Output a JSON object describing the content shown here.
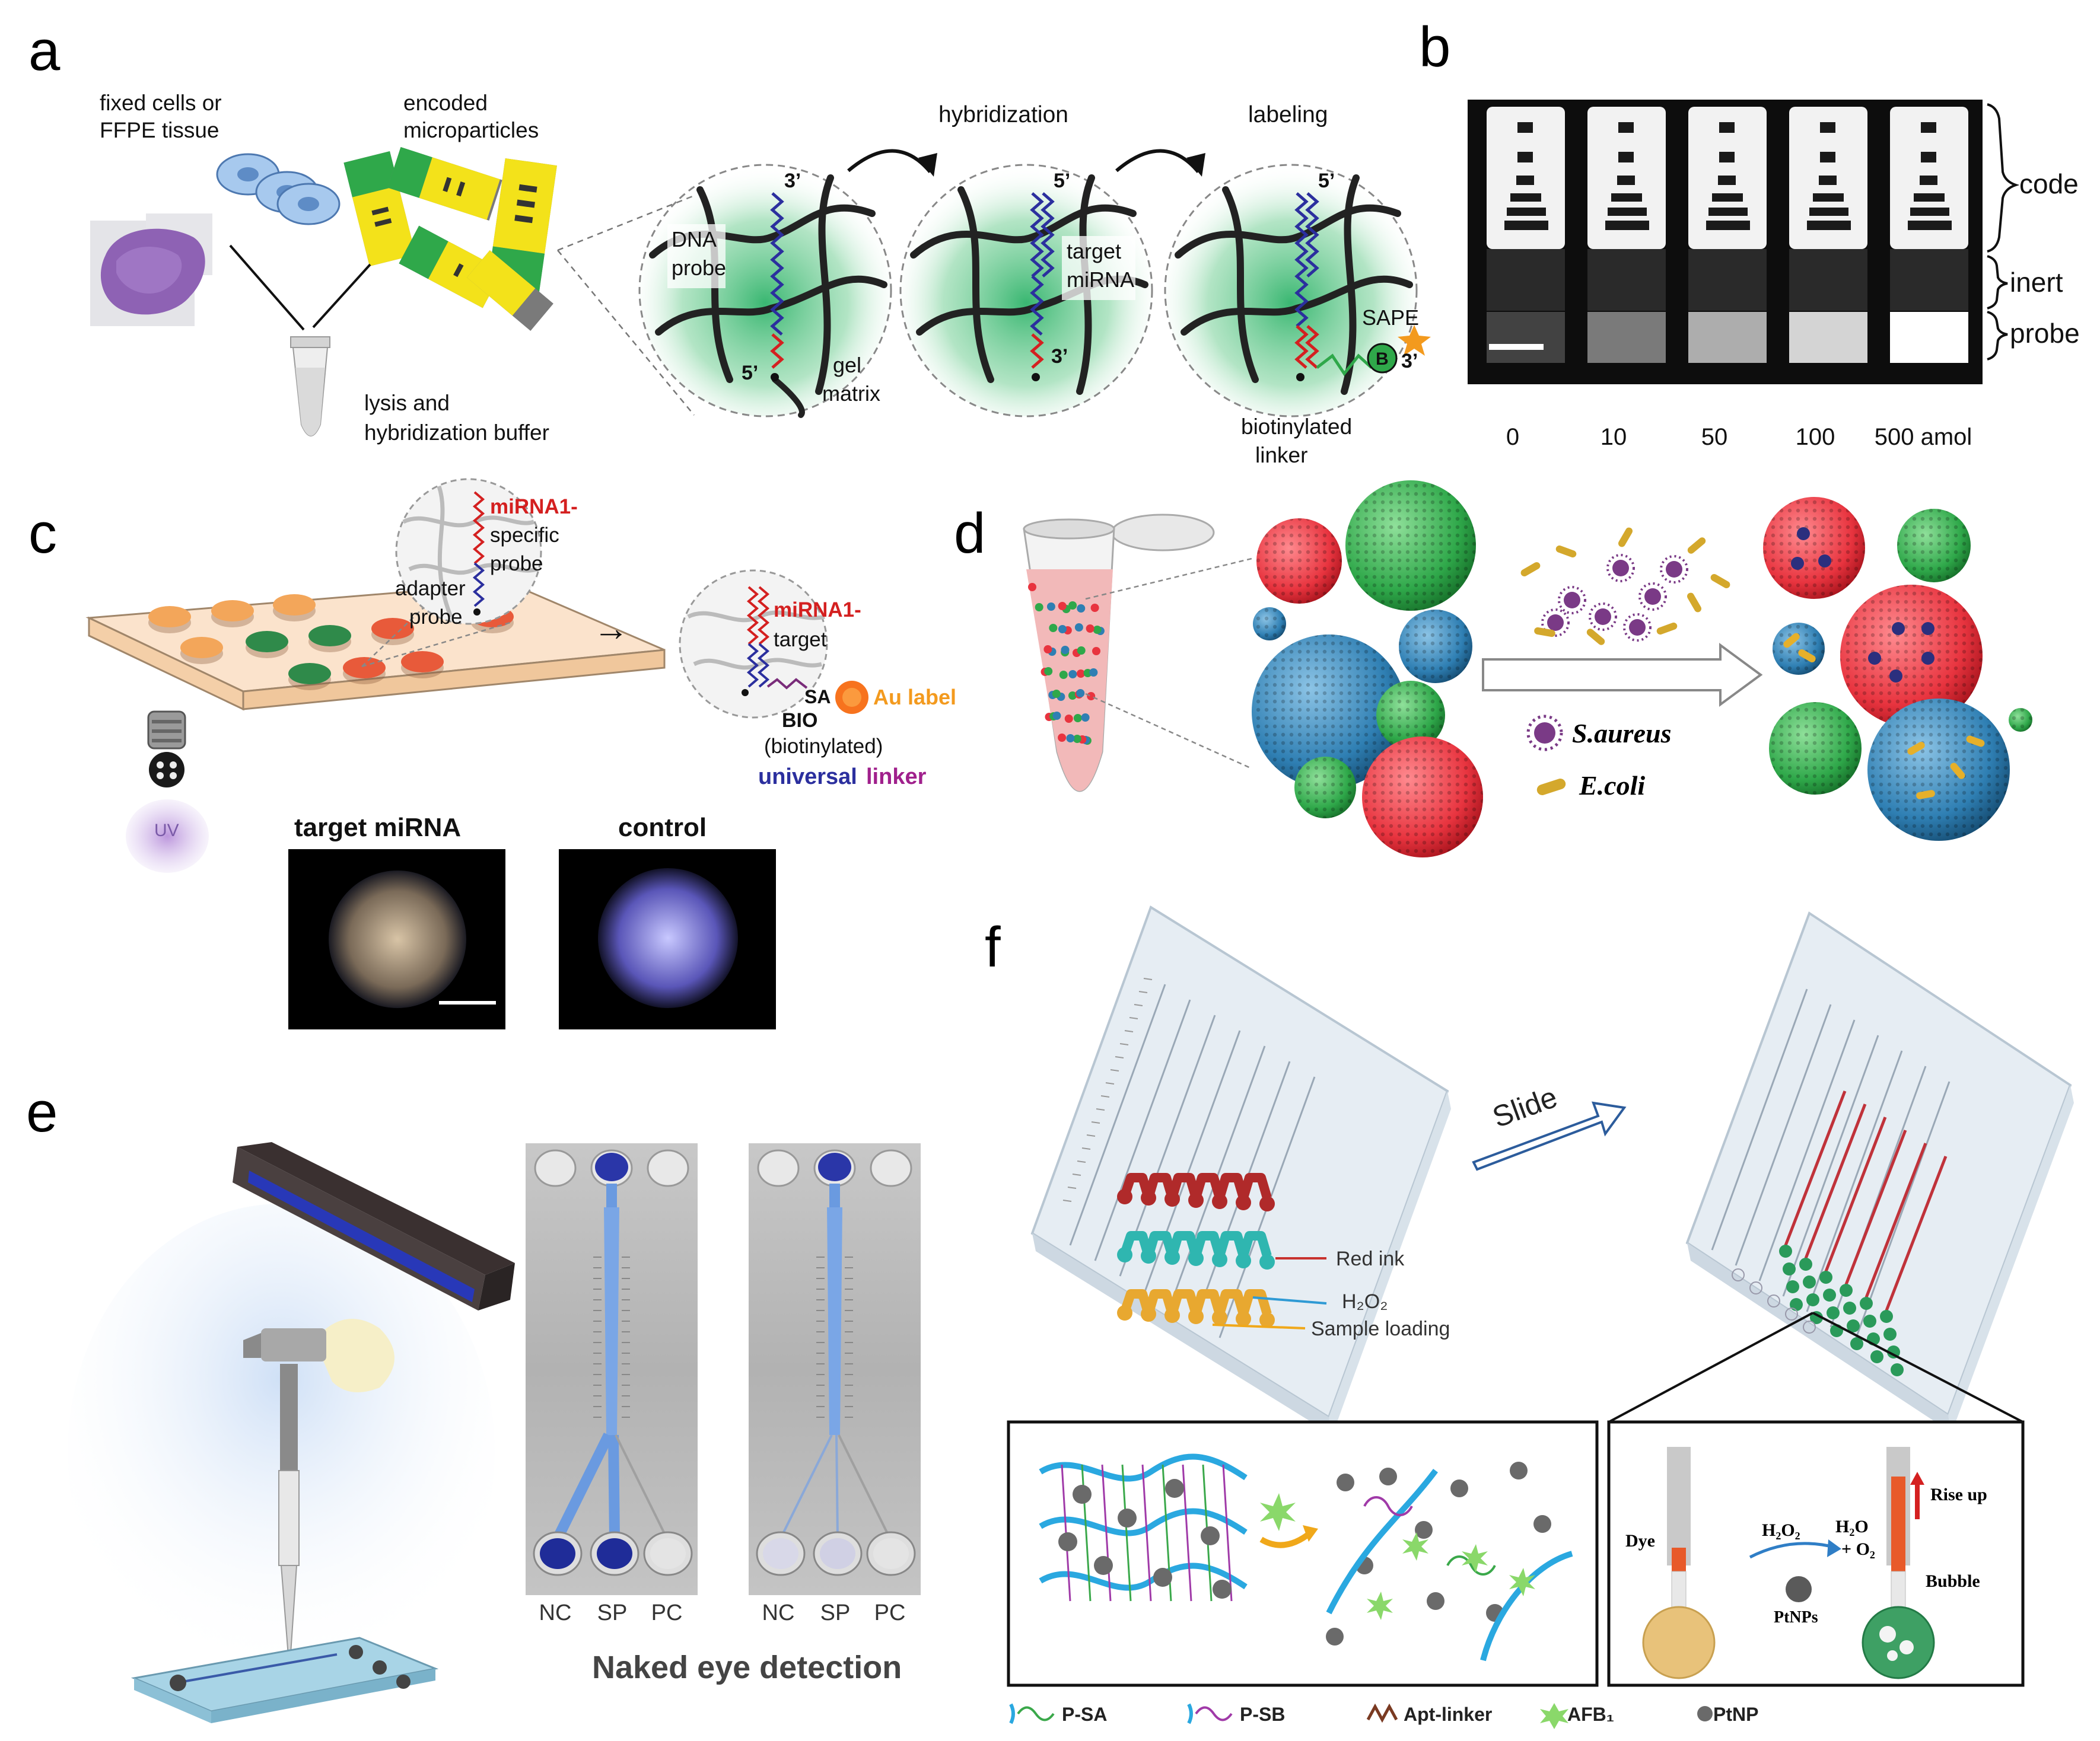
{
  "panels": {
    "a": {
      "label": "a",
      "fixed_cells": [
        "fixed cells or",
        "FFPE tissue"
      ],
      "encoded": [
        "encoded",
        "microparticles"
      ],
      "buffer": [
        "lysis and",
        "hybridization buffer"
      ],
      "hybridization": "hybridization",
      "labeling": "labeling",
      "dna_probe": [
        "DNA",
        "probe"
      ],
      "gel_matrix": [
        "gel",
        "matrix"
      ],
      "target_mirna": [
        "target",
        "miRNA"
      ],
      "sape": "SAPE",
      "biotin_linker": [
        "biotinylated",
        "linker"
      ],
      "b_mark": "B",
      "p3": "3’",
      "p5": "5’"
    },
    "b": {
      "label": "b",
      "brackets": [
        "code",
        "inert",
        "probe"
      ],
      "amounts": [
        "0",
        "10",
        "50",
        "100",
        "500 amol"
      ],
      "probe_intensity": [
        0.12,
        0.38,
        0.62,
        0.8,
        1.0
      ]
    },
    "c": {
      "label": "c",
      "mirna_probe": [
        "miRNA1-",
        "specific",
        "probe"
      ],
      "adapter": [
        "adapter",
        "probe"
      ],
      "mirna_target": [
        "miRNA1-",
        "target"
      ],
      "sa": "SA",
      "bio": "BIO",
      "au_label": "Au label",
      "biotinylated": "(biotinylated)",
      "universal": "universal",
      "linker": "linker",
      "uv": "UV",
      "target_mirna": "target miRNA",
      "control": "control",
      "arrow": "→"
    },
    "d": {
      "label": "d",
      "saureus": "S.aureus",
      "ecoli": "E.coli"
    },
    "e": {
      "label": "e",
      "channels": [
        "NC",
        "SP",
        "PC",
        "NC",
        "SP",
        "PC"
      ],
      "caption": "Naked eye detection"
    },
    "f": {
      "label": "f",
      "slide": "Slide",
      "red_ink": "Red ink",
      "h2o2": "H₂O₂",
      "sample_loading": "Sample loading",
      "dye": "Dye",
      "rxn_in": "H₂O₂",
      "rxn_out_1": "H₂O",
      "rxn_out_2": "+ O₂",
      "ptnps": "PtNPs",
      "rise_up": "Rise up",
      "bubble": "Bubble",
      "legend": [
        "P-SA",
        "P-SB",
        "Apt-linker",
        "AFB₁",
        "PtNP"
      ]
    }
  },
  "colors": {
    "dna_blue": "#2b2f9e",
    "dna_red": "#d42020",
    "gel_green": "#2fb36a",
    "sphere_red": "#e8343f",
    "sphere_green": "#2fa84a",
    "sphere_blue": "#2f7fb3",
    "orange": "#f39a1e",
    "purple": "#7a2c7a"
  }
}
